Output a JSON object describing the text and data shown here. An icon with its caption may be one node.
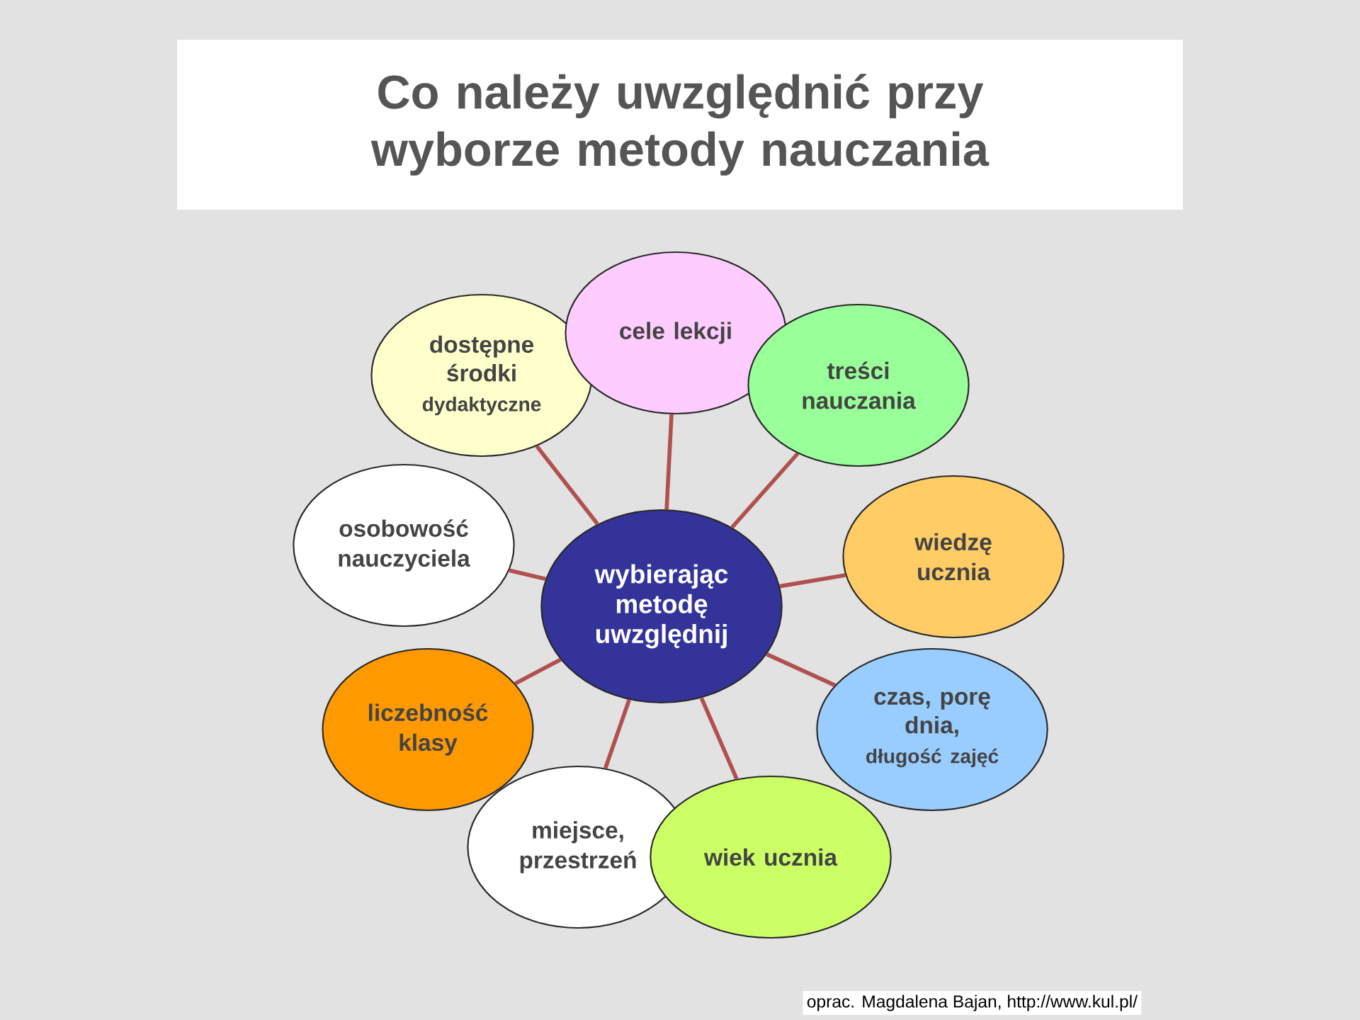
{
  "diagram": {
    "title": "Co należy uwzględnić przy wyborze metody nauczania",
    "nodes": [
      {
        "text": [
          "dostępne środki",
          "dydaktyczne"
        ]
      },
      {
        "text": [
          "cele lekcji"
        ]
      },
      {
        "text": [
          "treści nauczania"
        ]
      },
      {
        "text": [
          "osobowość nauczyciela"
        ]
      },
      {
        "text": [
          "wybierając metodę uwzględnij"
        ]
      },
      {
        "text": [
          "wiedzę ucznia"
        ]
      },
      {
        "text": [
          "liczebność klasy"
        ]
      },
      {
        "text": [
          "czas, porę dnia,",
          "długość zajęć"
        ]
      },
      {
        "text": [
          "miejsce, przestrzeń"
        ]
      },
      {
        "text": [
          "wiek ucznia"
        ]
      }
    ],
    "edges": [
      {
        "from": 4,
        "to": 0,
        "arrow": "none"
      },
      {
        "from": 4,
        "to": 1,
        "arrow": "none"
      },
      {
        "from": 4,
        "to": 2,
        "arrow": "none"
      },
      {
        "from": 4,
        "to": 3,
        "arrow": "none"
      },
      {
        "from": 4,
        "to": 5,
        "arrow": "none"
      },
      {
        "from": 4,
        "to": 6,
        "arrow": "none"
      },
      {
        "from": 4,
        "to": 7,
        "arrow": "none"
      },
      {
        "from": 4,
        "to": 8,
        "arrow": "none"
      },
      {
        "from": 4,
        "to": 9,
        "arrow": "none"
      }
    ],
    "labels": [
      "oprac. Magdalena Bajan, http://www.kul.pl/"
    ]
  }
}
